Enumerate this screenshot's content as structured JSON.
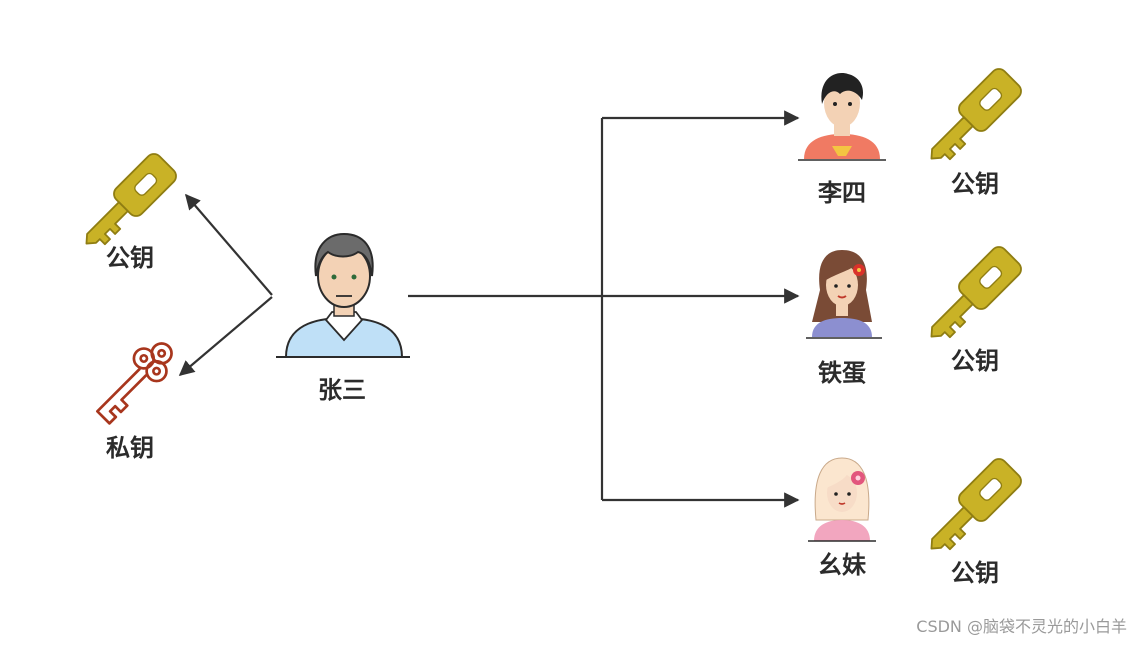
{
  "owner": {
    "name": "张三"
  },
  "owner_keys": {
    "public_label": "公钥",
    "private_label": "私钥"
  },
  "recipients": [
    {
      "name": "李四",
      "key_label": "公钥"
    },
    {
      "name": "铁蛋",
      "key_label": "公钥"
    },
    {
      "name": "幺妹",
      "key_label": "公钥"
    }
  ],
  "watermark": "CSDN @脑袋不灵光的小白羊",
  "colors": {
    "public_key": "#c9b226",
    "private_key": "#a8361d",
    "arrow": "#333333"
  }
}
